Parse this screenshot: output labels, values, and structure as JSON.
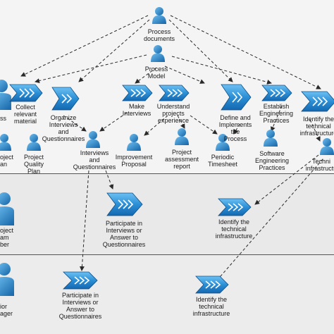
{
  "colors": {
    "arrow": "#2a2a2a",
    "icon_dark": "#1565a8",
    "icon_light": "#4aa6e6",
    "lane_border": "#555555"
  },
  "labels": {
    "process_documents": "Process\ndocuments",
    "process_model": "Process\nModel",
    "left_lane_top": "ss",
    "collect_material": "Collect\nrelevant\nmaterial",
    "organize_interviews": "Organize\nInterviews\nand\nQuestionnaires",
    "make_interviews": "Make\nInterviews",
    "understand_experience": "Understand\nprojects\nexperience",
    "define_process": "Define and\nImplements\nthe\nProcess",
    "establish_practices": "Establish\nEngineering\nPractices",
    "identify_infra_top": "Identify the\ntechnical\ninfrastructure",
    "project_plan": "oject\nan",
    "project_quality_plan": "Project\nQuality\nPlan",
    "interviews_questionnaires": "Interviews\nand\nQuestionnaires",
    "improvement_proposal": "Improvement\nProposal",
    "project_assessment_report": "Project\nassessment\nreport",
    "periodic_timesheet": "Periodic\nTimesheet",
    "software_engineering_practices": "Software\nEngineering\nPractices",
    "technical_infrastructure": "Techni\ninfrastructu",
    "project_team_member": "oject\nam\nber",
    "participate_mid": "Participate in\nInterviews or\nAnswer to\nQuestionnaires",
    "identify_infra_mid": "Identify the\ntechnical\ninfrastructure",
    "senior_manager": "ior\nager",
    "participate_bot": "Participate in\nInterviews or\nAnswer to\nQuestionnaires",
    "identify_infra_bot": "Identify the\ntechnical\ninfrastructure"
  }
}
